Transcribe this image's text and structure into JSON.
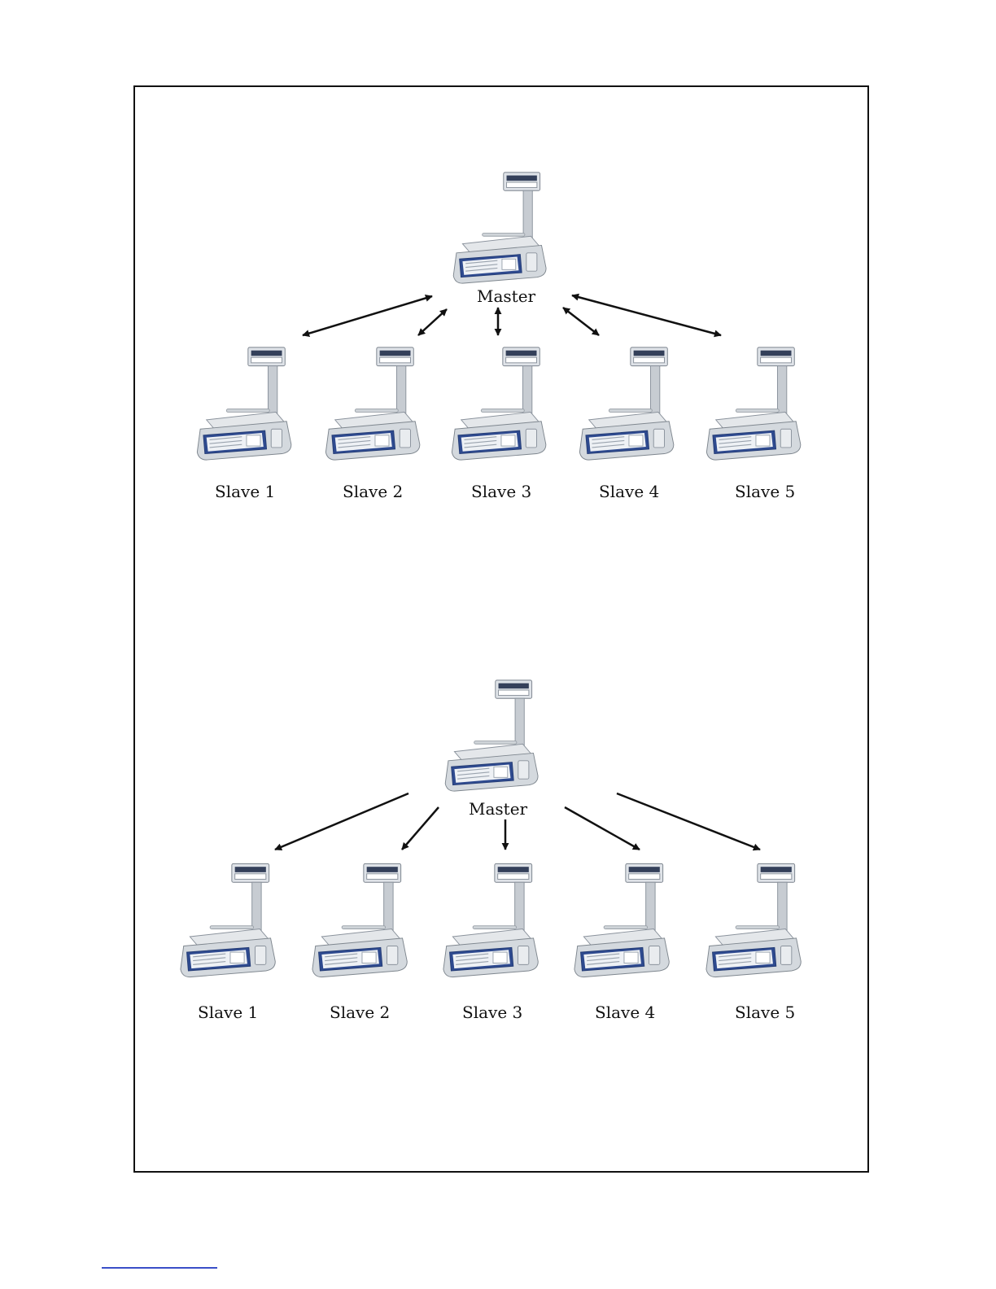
{
  "colors": {
    "frame": "#111111",
    "arrow": "#111111",
    "footer_rule": "#3a4fc8"
  },
  "icons": {
    "device": "scale-icon"
  },
  "diagrams": [
    {
      "mode": "bidirectional",
      "master": {
        "label": "Master"
      },
      "slaves": [
        {
          "label": "Slave 1"
        },
        {
          "label": "Slave 2"
        },
        {
          "label": "Slave 3"
        },
        {
          "label": "Slave 4"
        },
        {
          "label": "Slave 5"
        }
      ]
    },
    {
      "mode": "one-way",
      "master": {
        "label": "Master"
      },
      "slaves": [
        {
          "label": "Slave 1"
        },
        {
          "label": "Slave 2"
        },
        {
          "label": "Slave 3"
        },
        {
          "label": "Slave 4"
        },
        {
          "label": "Slave 5"
        }
      ]
    }
  ]
}
